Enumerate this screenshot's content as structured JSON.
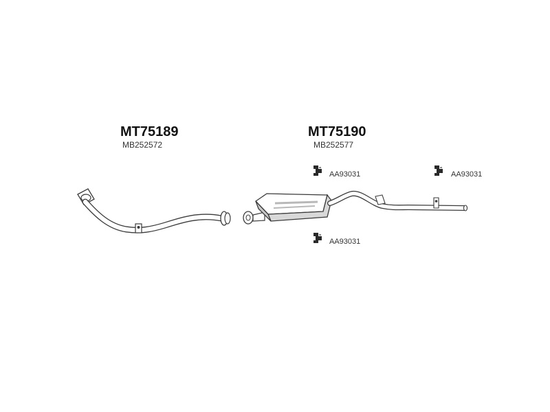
{
  "parts": [
    {
      "part_number": "MT75189",
      "oem_number": "MB252572",
      "component": "front-pipe"
    },
    {
      "part_number": "MT75190",
      "oem_number": "MB252577",
      "component": "silencer-tailpipe"
    }
  ],
  "mounts": [
    {
      "code": "AA93031",
      "icon": "rubber-mount-icon"
    },
    {
      "code": "AA93031",
      "icon": "rubber-mount-icon"
    },
    {
      "code": "AA93031",
      "icon": "rubber-mount-icon"
    }
  ],
  "colors": {
    "outline": "#3a3a3a",
    "fill": "#ffffff",
    "shade": "#b8b8b8",
    "mount": "#2a2a2a"
  }
}
